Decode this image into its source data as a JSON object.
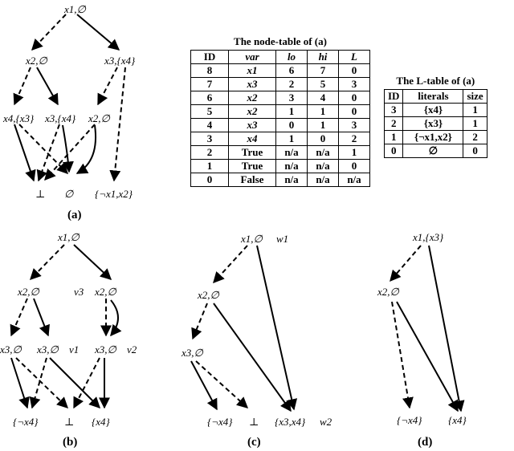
{
  "graph_a": {
    "caption": "(a)",
    "n_root": "x1,∅",
    "n_x2": "x2,∅",
    "n_x3": "x3,{x4}",
    "n_x4": "x4,{x3}",
    "n_x3b": "x3,{x4}",
    "n_x2b": "x2,∅",
    "t_bot": "⊥",
    "t_empty": "∅",
    "t_lit": "{¬x1,x2}"
  },
  "graph_b": {
    "caption": "(b)",
    "n_root": "x1,∅",
    "n_x2": "x2,∅",
    "n_v3": "v3",
    "n_x2r": "x2,∅",
    "n_x3a": "x3,∅",
    "n_x3b": "x3,∅",
    "n_v1": "v1",
    "n_x3c": "x3,∅",
    "n_v2": "v2",
    "t_neg": "{¬x4}",
    "t_bot": "⊥",
    "t_pos": "{x4}"
  },
  "graph_c": {
    "caption": "(c)",
    "n_root": "x1,∅",
    "n_w1": "w1",
    "n_x2": "x2,∅",
    "n_x3": "x3,∅",
    "t_neg": "{¬x4}",
    "t_bot": "⊥",
    "t_set": "{x3,x4}",
    "t_w2": "w2"
  },
  "graph_d": {
    "caption": "(d)",
    "n_root": "x1,{x3}",
    "n_x2": "x2,∅",
    "t_neg": "{¬x4}",
    "t_pos": "{x4}"
  },
  "node_table": {
    "title": "The node-table of (a)",
    "headers": [
      "ID",
      "var",
      "lo",
      "hi",
      "L"
    ],
    "rows": [
      [
        "8",
        "x1",
        "6",
        "7",
        "0"
      ],
      [
        "7",
        "x3",
        "2",
        "5",
        "3"
      ],
      [
        "6",
        "x2",
        "3",
        "4",
        "0"
      ],
      [
        "5",
        "x2",
        "1",
        "1",
        "0"
      ],
      [
        "4",
        "x3",
        "0",
        "1",
        "3"
      ],
      [
        "3",
        "x4",
        "1",
        "0",
        "2"
      ],
      [
        "2",
        "True",
        "n/a",
        "n/a",
        "1"
      ],
      [
        "1",
        "True",
        "n/a",
        "n/a",
        "0"
      ],
      [
        "0",
        "False",
        "n/a",
        "n/a",
        "n/a"
      ]
    ]
  },
  "l_table": {
    "title": "The L-table of (a)",
    "headers": [
      "ID",
      "literals",
      "size"
    ],
    "rows": [
      [
        "3",
        "{x4}",
        "1"
      ],
      [
        "2",
        "{x3}",
        "1"
      ],
      [
        "1",
        "{¬x1,x2}",
        "2"
      ],
      [
        "0",
        "∅",
        "0"
      ]
    ]
  }
}
